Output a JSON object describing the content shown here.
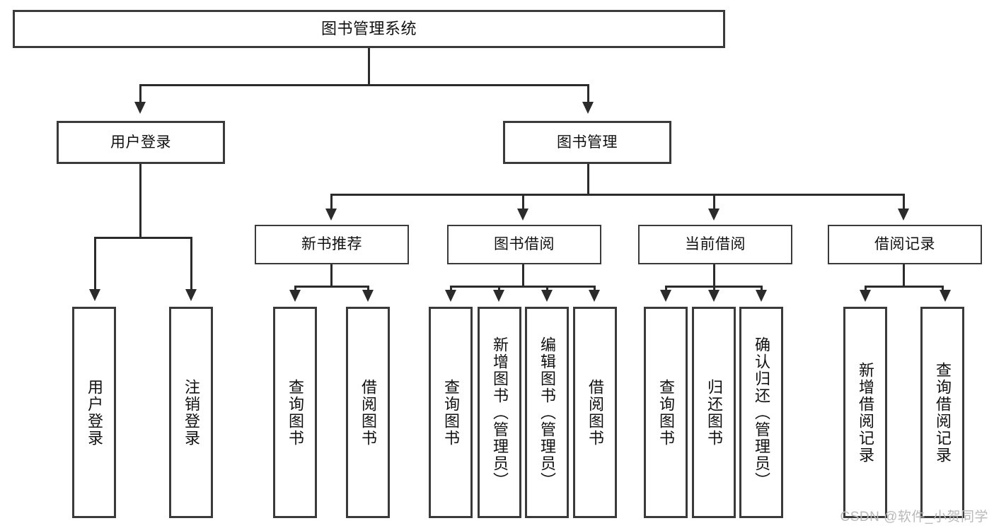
{
  "diagram": {
    "title": "图书管理系统",
    "type": "tree-hierarchy",
    "watermark": "CSDN @软件_小贺同学",
    "nodes": {
      "root": {
        "label": "图书管理系统"
      },
      "level2": [
        {
          "id": "user-login",
          "label": "用户登录"
        },
        {
          "id": "book-management",
          "label": "图书管理"
        }
      ],
      "level3": [
        {
          "id": "new-book-recommend",
          "label": "新书推荐"
        },
        {
          "id": "book-borrow",
          "label": "图书借阅"
        },
        {
          "id": "current-borrow",
          "label": "当前借阅"
        },
        {
          "id": "borrow-record",
          "label": "借阅记录"
        }
      ],
      "leaves": [
        {
          "id": "leaf-user-login",
          "parent": "user-login",
          "label": "用户登录"
        },
        {
          "id": "leaf-logout",
          "parent": "user-login",
          "label": "注销登录"
        },
        {
          "id": "leaf-query-book-1",
          "parent": "new-book-recommend",
          "label": "查询图书"
        },
        {
          "id": "leaf-borrow-book-1",
          "parent": "new-book-recommend",
          "label": "借阅图书"
        },
        {
          "id": "leaf-query-book-2",
          "parent": "book-borrow",
          "label": "查询图书"
        },
        {
          "id": "leaf-add-book-admin",
          "parent": "book-borrow",
          "label": "新增图书（管理员）"
        },
        {
          "id": "leaf-edit-book-admin",
          "parent": "book-borrow",
          "label": "编辑图书（管理员）"
        },
        {
          "id": "leaf-borrow-book-2",
          "parent": "book-borrow",
          "label": "借阅图书"
        },
        {
          "id": "leaf-query-book-3",
          "parent": "current-borrow",
          "label": "查询图书"
        },
        {
          "id": "leaf-return-book",
          "parent": "current-borrow",
          "label": "归还图书"
        },
        {
          "id": "leaf-confirm-return-admin",
          "parent": "current-borrow",
          "label": "确认归还（管理员）"
        },
        {
          "id": "leaf-add-borrow-record",
          "parent": "borrow-record",
          "label": "新增借阅记录"
        },
        {
          "id": "leaf-query-borrow-record",
          "parent": "borrow-record",
          "label": "查询借阅记录"
        }
      ]
    },
    "colors": {
      "background": "#ffffff",
      "box_border": "#3a3a3a",
      "connector": "#2b2b2b",
      "text": "#111111",
      "watermark": "#b9b9b9"
    }
  }
}
